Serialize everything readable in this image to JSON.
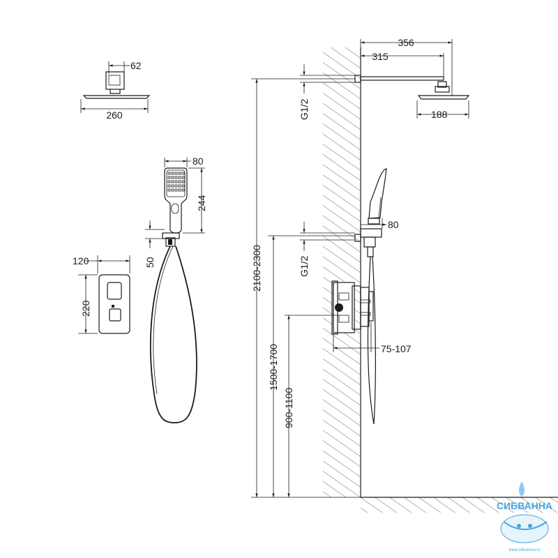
{
  "dimensions": {
    "head_top_width": "62",
    "head_front_width": "260",
    "handset_width": "80",
    "handset_length": "244",
    "holder_offset": "50",
    "panel_width": "120",
    "panel_height": "220",
    "arm_total": "356",
    "arm_length": "315",
    "head_side_width": "188",
    "thread_top": "G1/2",
    "thread_bottom": "G1/2",
    "height_shower": "2100-2300",
    "height_outlet": "1500-1700",
    "height_mixer": "900-1100",
    "holder_width": "80",
    "wall_depth": "75-107"
  },
  "brand": {
    "name": "СИБВАННА",
    "url": "www.sibvanna.ru"
  }
}
